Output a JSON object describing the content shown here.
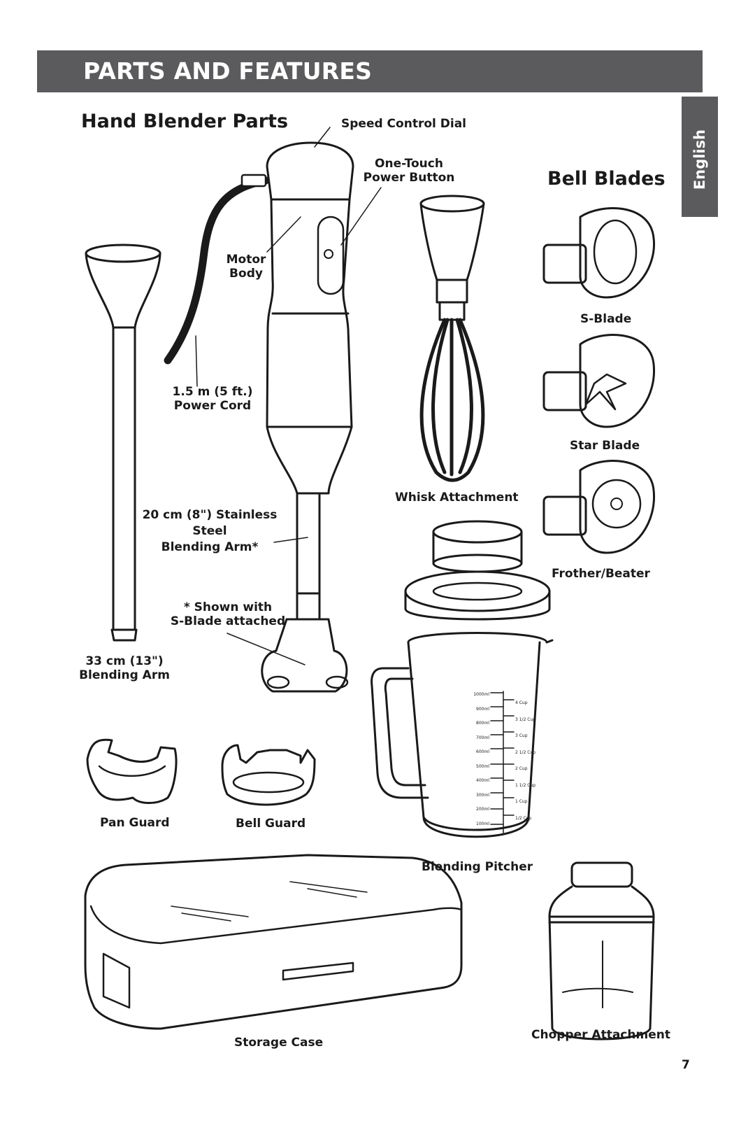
{
  "header": {
    "title": "PARTS AND FEATURES"
  },
  "language_tab": {
    "label": "English"
  },
  "sections": {
    "hand_blender_parts": "Hand Blender Parts",
    "bell_blades": "Bell Blades"
  },
  "labels": {
    "speed_control_dial": "Speed Control Dial",
    "one_touch_line1": "One-Touch",
    "one_touch_line2": "Power Button",
    "motor_line1": "Motor",
    "motor_line2": "Body",
    "cord_line1": "1.5 m (5 ft.)",
    "cord_line2": "Power Cord",
    "arm20_line1": "20 cm (8\") Stainless",
    "arm20_line2": "Steel",
    "arm20_line3": "Blending Arm*",
    "shown_line1": "* Shown with",
    "shown_line2": "S-Blade attached",
    "arm33_line1": "33 cm (13\")",
    "arm33_line2": "Blending Arm",
    "whisk": "Whisk Attachment",
    "s_blade": "S-Blade",
    "star_blade": "Star Blade",
    "frother": "Frother/Beater",
    "pan_guard": "Pan Guard",
    "bell_guard": "Bell Guard",
    "pitcher": "Blending Pitcher",
    "storage_case": "Storage Case",
    "chopper": "Chopper Attachment"
  },
  "pitcher_marks": {
    "ml": [
      "1000ml",
      "900ml",
      "800ml",
      "700ml",
      "600ml",
      "500ml",
      "400ml",
      "300ml",
      "200ml",
      "100ml"
    ],
    "cup": [
      "4 Cup",
      "3 1/2 Cup",
      "3 Cup",
      "2 1/2 Cup",
      "2 Cup",
      "1 1/2 Cup",
      "1 Cup",
      "1/2 Cup"
    ]
  },
  "page_number": "7",
  "colors": {
    "header_bg": "#5b5b5d",
    "header_text": "#ffffff",
    "ink": "#1a1a1a"
  }
}
